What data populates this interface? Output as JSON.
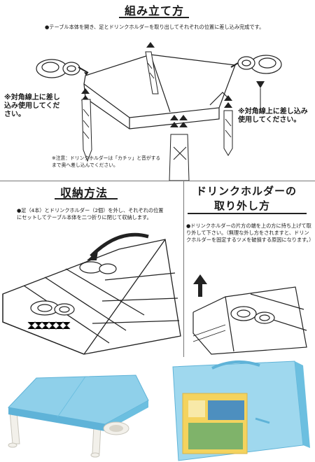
{
  "sections": {
    "assembly": {
      "title": "組み立て方",
      "instruction": "●テーブル本体を開き、足とドリンクホルダーを取り出してそれぞれの位置に差し込み完成です。",
      "note_left": "※対角線上に差し込み使用してください。",
      "note_right": "※対角線上に差し込み使用してください。",
      "caution": "※注意：ドリンクホルダーは「カチッ」と音がするまで奥へ差し込んでください。"
    },
    "storage": {
      "title": "収納方法",
      "instruction": "●足（4本）とドリンクホルダー（2個）を外し、それぞれの位置にセットしてテーブル本体を二つ折りに閉じて収納します。"
    },
    "removal": {
      "title_line1": "ドリンクホルダーの",
      "title_line2": "取り外し方",
      "instruction": "●ドリンクホルダーの片方の端を上の方に持ち上げて取り外して下さい。（無理な外し方をされますと、ドリンクホルダーを固定するツメを破損する原因になります。）"
    }
  },
  "photos": {
    "open_table_alt": "blue folding table with white legs",
    "case_alt": "blue folded table case with product label"
  },
  "colors": {
    "table_blue": "#8fd0ea",
    "table_blue_dark": "#5fb3d8",
    "leg_white": "#f2f0ea",
    "label_yellow": "#f4d35e"
  }
}
